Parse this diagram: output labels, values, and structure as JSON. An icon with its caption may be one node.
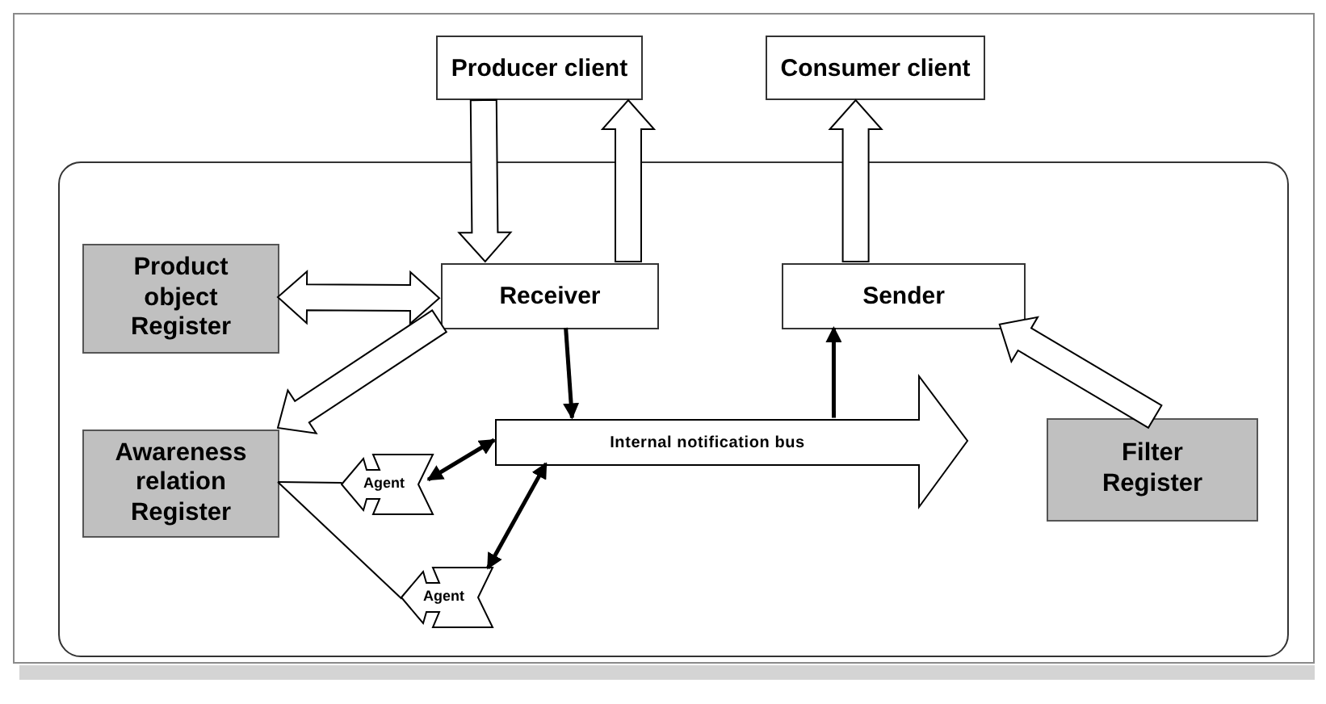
{
  "diagram": {
    "nodes": [
      {
        "text": [
          "Producer client"
        ]
      },
      {
        "text": [
          "Consumer client"
        ]
      },
      {
        "text": [],
        "shape": "box"
      },
      {
        "text": [
          "Product object Register"
        ],
        "in": 2
      },
      {
        "text": [
          "Receiver"
        ],
        "in": 2
      },
      {
        "text": [
          "Sender"
        ],
        "in": 2
      },
      {
        "text": [
          "Awareness relation Register"
        ],
        "in": 2
      },
      {
        "text": [
          "Internal notification bus"
        ],
        "in": 2
      },
      {
        "text": [
          "Agent"
        ],
        "in": 2
      },
      {
        "text": [
          "Agent"
        ],
        "in": 2
      },
      {
        "text": [
          "Filter Register"
        ],
        "in": 2
      }
    ],
    "edges": [
      {
        "from": 0,
        "to": 4,
        "arrow": "to",
        "style": "thick"
      },
      {
        "from": 4,
        "to": 0,
        "arrow": "to",
        "style": "thick"
      },
      {
        "from": 5,
        "to": 1,
        "arrow": "to",
        "style": "thick"
      },
      {
        "from": 3,
        "to": 4,
        "arrow": "both",
        "style": "thick"
      },
      {
        "from": 4,
        "to": 6,
        "arrow": "to",
        "style": "thick"
      },
      {
        "from": 10,
        "to": 5,
        "arrow": "to",
        "style": "thick"
      },
      {
        "from": 4,
        "to": 7,
        "arrow": "to"
      },
      {
        "from": 7,
        "to": 5,
        "arrow": "to"
      },
      {
        "from": 8,
        "to": 7,
        "arrow": "both"
      },
      {
        "from": 9,
        "to": 7,
        "arrow": "both"
      },
      {
        "from": 6,
        "to": 8,
        "arrow": "none"
      },
      {
        "from": 6,
        "to": 9,
        "arrow": "none"
      }
    ]
  }
}
